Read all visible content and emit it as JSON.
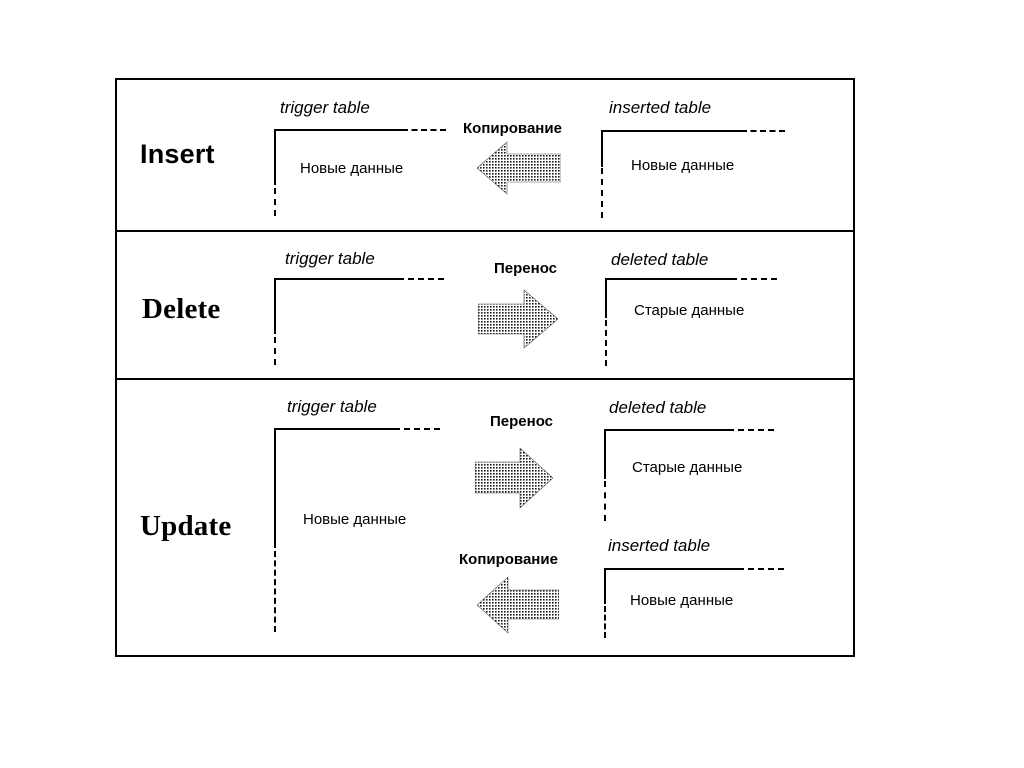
{
  "diagram": {
    "title_present": false,
    "frame_color": "#000000",
    "background": "#ffffff",
    "rows": [
      {
        "id": "insert",
        "operation_label": "Insert",
        "label_font": "sans-serif-bold",
        "source": {
          "caption": "trigger table",
          "data_text": "Новые данные"
        },
        "flows": [
          {
            "label": "Копирование",
            "direction": "left",
            "arrow_style": "halftone"
          }
        ],
        "targets": [
          {
            "caption": "inserted table",
            "data_text": "Новые данные"
          }
        ]
      },
      {
        "id": "delete",
        "operation_label": "Delete",
        "label_font": "serif-bold",
        "source": {
          "caption": "trigger table",
          "data_text": ""
        },
        "flows": [
          {
            "label": "Перенос",
            "direction": "right",
            "arrow_style": "halftone"
          }
        ],
        "targets": [
          {
            "caption": "deleted table",
            "data_text": "Старые данные"
          }
        ]
      },
      {
        "id": "update",
        "operation_label": "Update",
        "label_font": "serif-bold",
        "source": {
          "caption": "trigger table",
          "data_text": "Новые данные"
        },
        "flows": [
          {
            "label": "Перенос",
            "direction": "right",
            "arrow_style": "halftone"
          },
          {
            "label": "Копирование",
            "direction": "left",
            "arrow_style": "halftone"
          }
        ],
        "targets": [
          {
            "caption": "deleted table",
            "data_text": "Старые данные"
          },
          {
            "caption": "inserted table",
            "data_text": "Новые данные"
          }
        ]
      }
    ]
  }
}
